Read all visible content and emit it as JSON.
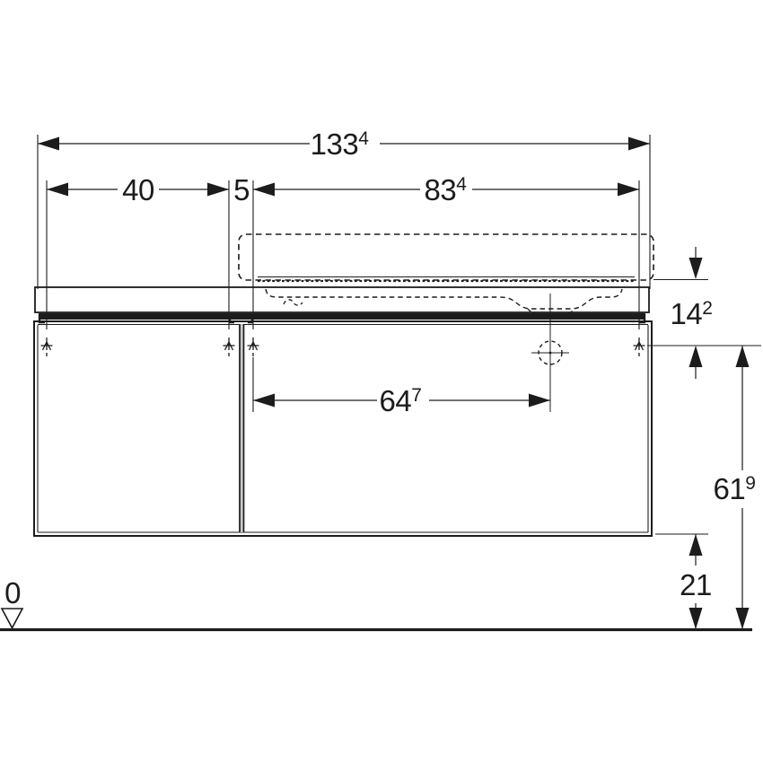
{
  "drawing": {
    "type": "technical-elevation-drawing",
    "units_style": "cm-with-mm-superscript",
    "colors": {
      "line": "#1c1c1c",
      "background": "#ffffff"
    },
    "dimensions": {
      "total_width": {
        "main": "133",
        "sup": "4"
      },
      "left_section": {
        "main": "40",
        "sup": ""
      },
      "divider_gap": {
        "main": "5",
        "sup": ""
      },
      "right_section": {
        "main": "83",
        "sup": "4"
      },
      "rim_to_fixing": {
        "main": "14",
        "sup": "2"
      },
      "drain_offset": {
        "main": "64",
        "sup": "7"
      },
      "fixing_height": {
        "main": "61",
        "sup": "9"
      },
      "floor_clearance": {
        "main": "21",
        "sup": ""
      },
      "floor_level": {
        "main": "0",
        "sup": ""
      }
    }
  }
}
